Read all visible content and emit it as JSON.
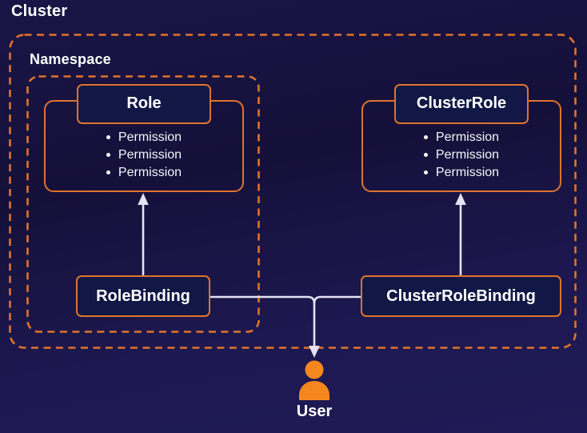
{
  "diagram": {
    "cluster": {
      "label": "Cluster"
    },
    "namespace": {
      "label": "Namespace"
    },
    "role": {
      "title": "Role",
      "permissions": [
        "Permission",
        "Permission",
        "Permission"
      ]
    },
    "cluster_role": {
      "title": "ClusterRole",
      "permissions": [
        "Permission",
        "Permission",
        "Permission"
      ]
    },
    "role_binding": {
      "label": "RoleBinding"
    },
    "cluster_role_binding": {
      "label": "ClusterRoleBinding"
    },
    "user": {
      "label": "User",
      "icon": "person-icon"
    },
    "relations": [
      "RoleBinding -> Role",
      "ClusterRoleBinding -> ClusterRole",
      "RoleBinding + ClusterRoleBinding -> User"
    ],
    "colors": {
      "background_top": "#151039",
      "background_bottom": "#201b56",
      "accent_orange": "#e0732c",
      "user_icon_orange": "#f6871f",
      "box_fill_navy": "#111845",
      "connector_white": "#e4e2f3",
      "text_white": "#ffffff"
    }
  }
}
